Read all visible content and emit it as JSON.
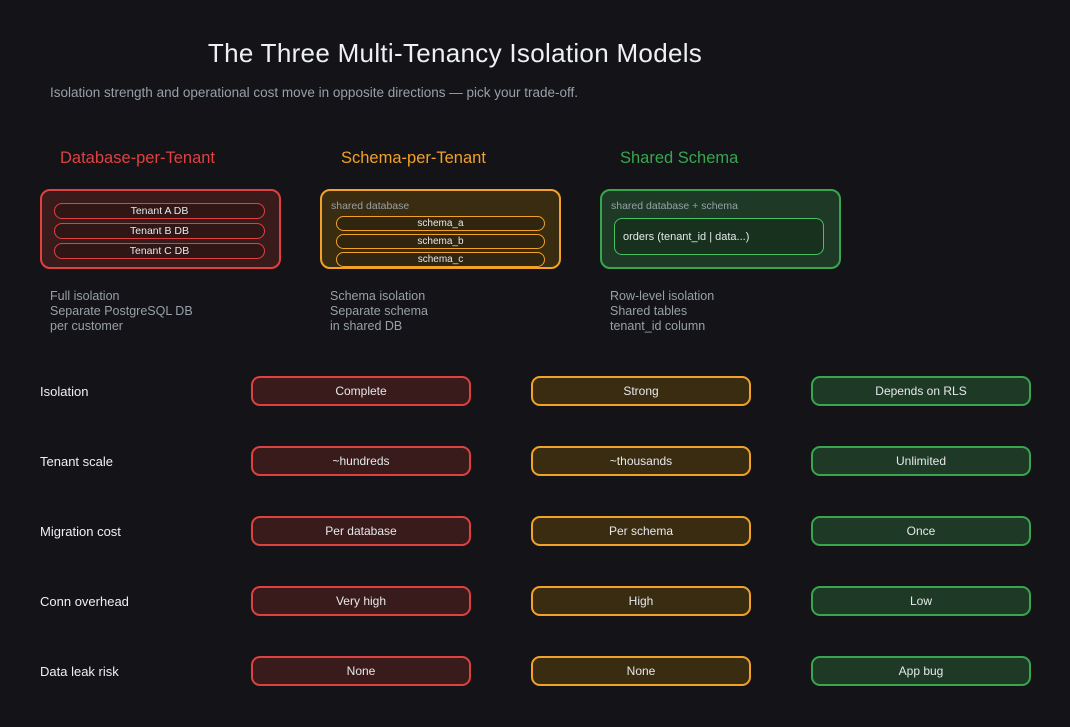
{
  "title": "The Three Multi-Tenancy Isolation Models",
  "subtitle": "Isolation strength and operational cost move in opposite directions — pick your trade-off.",
  "colors": {
    "background": "#131318",
    "red_accent": "#df4141",
    "red_fill": "#3a1b1b",
    "red_pill_fill": "#311616",
    "orange_accent": "#f2a226",
    "orange_fill": "#392c11",
    "orange_pill_fill": "#30250e",
    "green_accent": "#37a64e",
    "green_fill": "#1e3a26",
    "green_inner_accent": "#47c162",
    "green_inner_fill": "#17311e",
    "text_primary": "#eef0f3",
    "text_light": "#e6e8ea",
    "text_muted": "#98a0a8"
  },
  "models": [
    {
      "name": "Database-per-Tenant",
      "box_label": "",
      "items": [
        "Tenant A DB",
        "Tenant B DB",
        "Tenant C DB"
      ],
      "description_lines": [
        "Full isolation",
        "Separate PostgreSQL DB",
        "per customer"
      ]
    },
    {
      "name": "Schema-per-Tenant",
      "box_label": "shared database",
      "items": [
        "schema_a",
        "schema_b",
        "schema_c"
      ],
      "description_lines": [
        "Schema isolation",
        "Separate schema",
        "in shared DB"
      ]
    },
    {
      "name": "Shared Schema",
      "box_label": "shared database + schema",
      "items": [
        "orders (tenant_id | data...)"
      ],
      "description_lines": [
        "Row-level isolation",
        "Shared tables",
        "tenant_id column"
      ]
    }
  ],
  "comparison": {
    "rows": [
      {
        "label": "Isolation",
        "values": [
          "Complete",
          "Strong",
          "Depends on RLS"
        ]
      },
      {
        "label": "Tenant scale",
        "values": [
          "~hundreds",
          "~thousands",
          "Unlimited"
        ]
      },
      {
        "label": "Migration cost",
        "values": [
          "Per database",
          "Per schema",
          "Once"
        ]
      },
      {
        "label": "Conn overhead",
        "values": [
          "Very high",
          "High",
          "Low"
        ]
      },
      {
        "label": "Data leak risk",
        "values": [
          "None",
          "None",
          "App bug"
        ]
      }
    ]
  }
}
